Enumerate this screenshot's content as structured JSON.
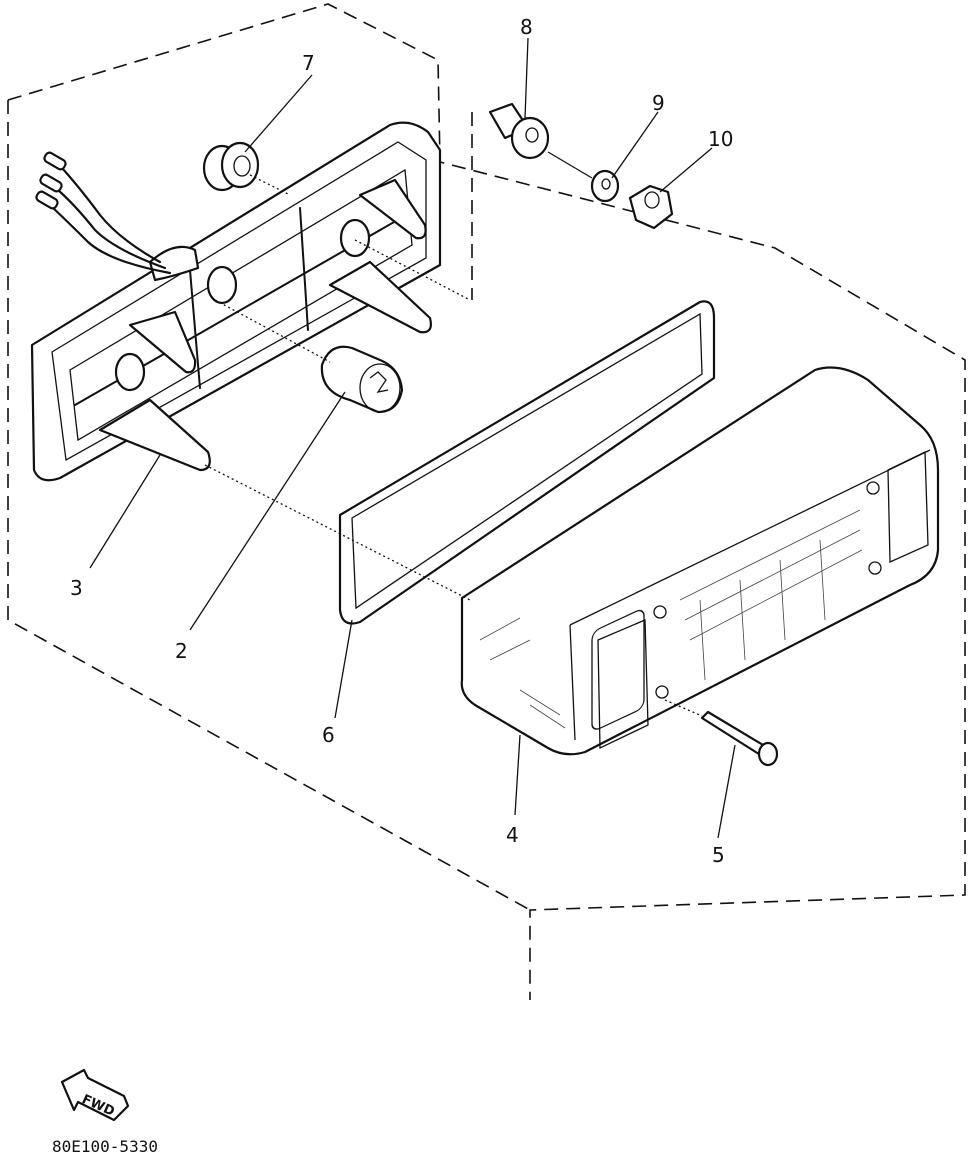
{
  "callouts": {
    "c1": "7",
    "c2": "8",
    "c3": "9",
    "c4": "10",
    "c5": "3",
    "c6": "2",
    "c7": "6",
    "c8": "4",
    "c9": "5"
  },
  "fwd_label": "FWD",
  "diagram_code": "80E100-5330",
  "fwd_arrow_icon": "fwd-arrow-icon"
}
